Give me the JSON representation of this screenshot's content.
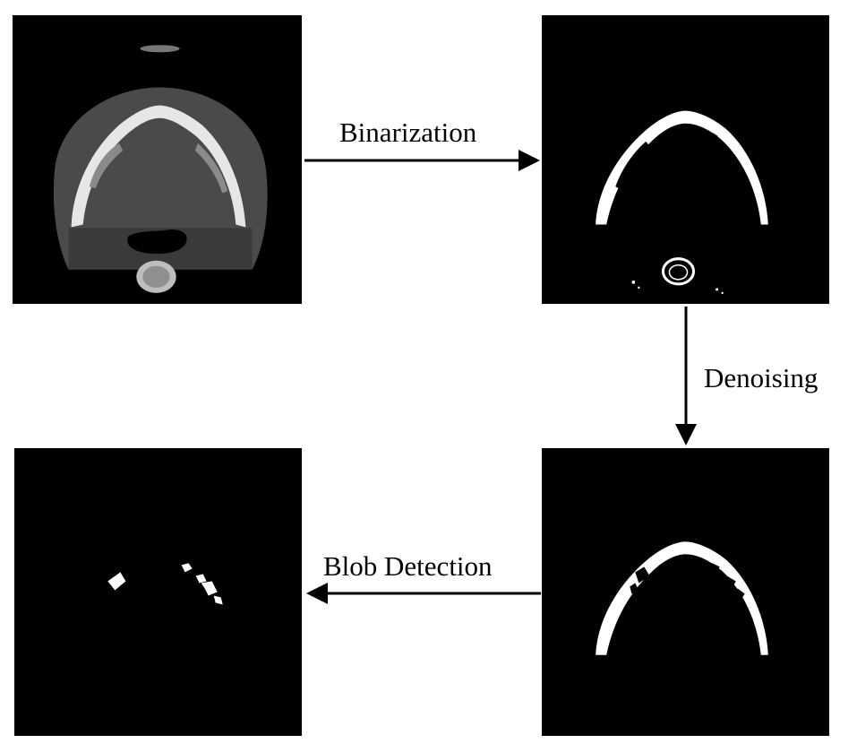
{
  "steps": {
    "binarization": "Binarization",
    "denoising": "Denoising",
    "blob_detection": "Blob Detection"
  },
  "colors": {
    "background": "#ffffff",
    "panel": "#000000",
    "arrow": "#000000",
    "ct_bone": "#e6e6e6",
    "ct_soft_tissue": "#4a4a4a",
    "binary_fg": "#ffffff"
  }
}
